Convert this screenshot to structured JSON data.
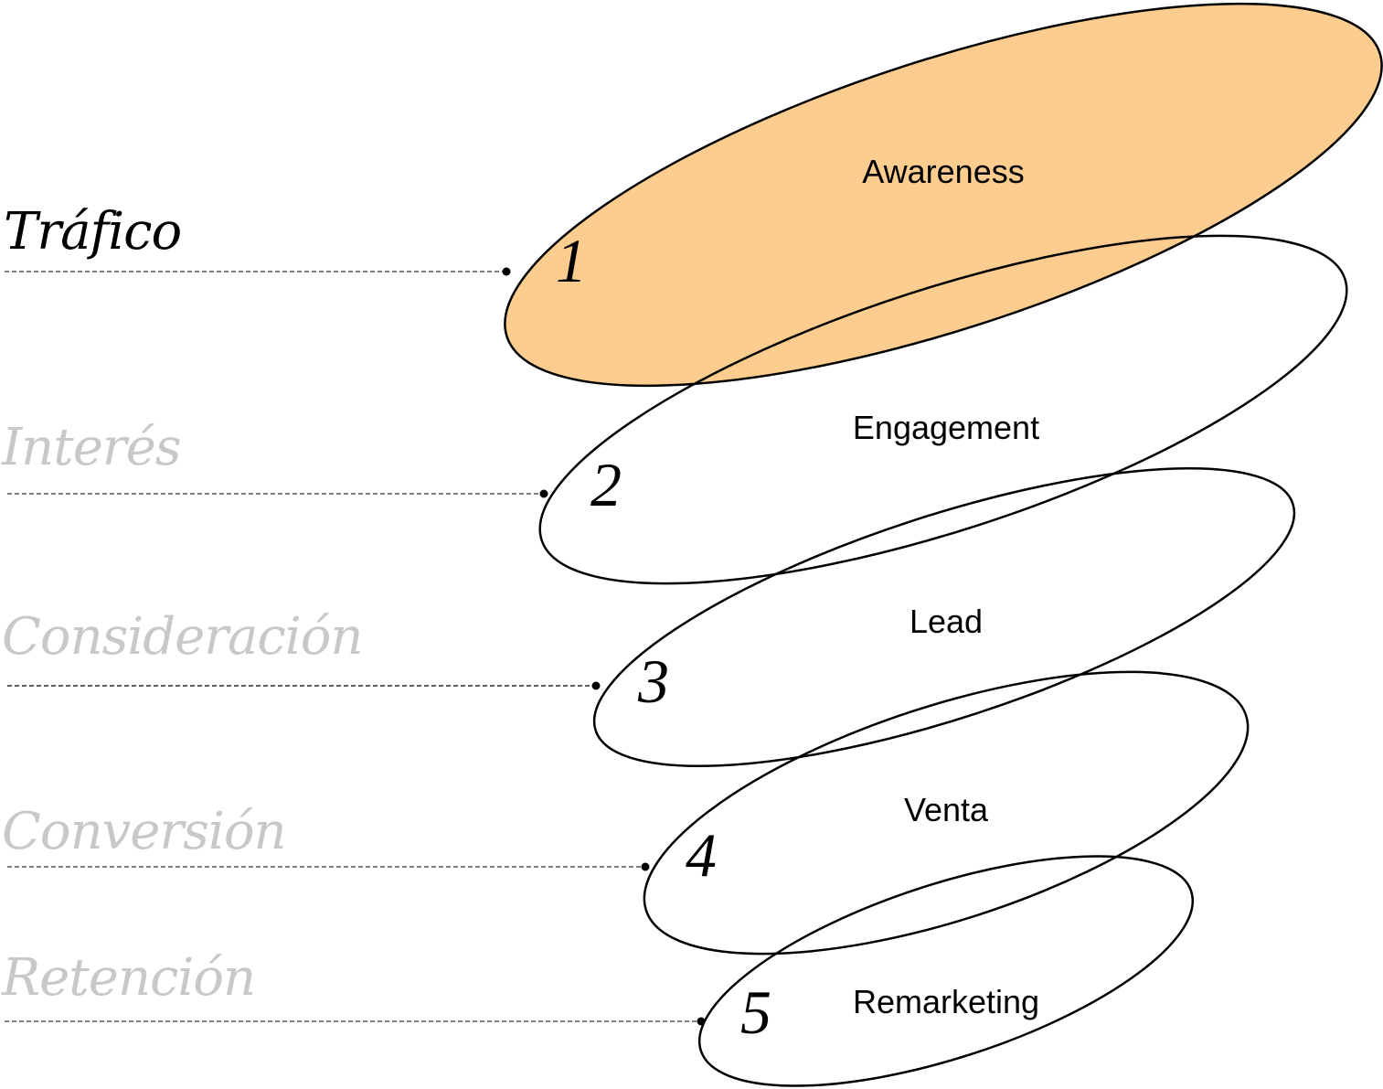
{
  "diagram": {
    "type": "funnel-spiral",
    "highlight_color": "#FDCD90",
    "active_label_color": "#000000",
    "inactive_label_color": "#C8C8C8",
    "stages": [
      {
        "number": "1",
        "stage": "Tráfico",
        "label": "Awareness",
        "active": true
      },
      {
        "number": "2",
        "stage": "Interés",
        "label": "Engagement",
        "active": false
      },
      {
        "number": "3",
        "stage": "Consideración",
        "label": "Lead",
        "active": false
      },
      {
        "number": "4",
        "stage": "Conversión",
        "label": "Venta",
        "active": false
      },
      {
        "number": "5",
        "stage": "Retención",
        "label": "Remarketing",
        "active": false
      }
    ]
  }
}
